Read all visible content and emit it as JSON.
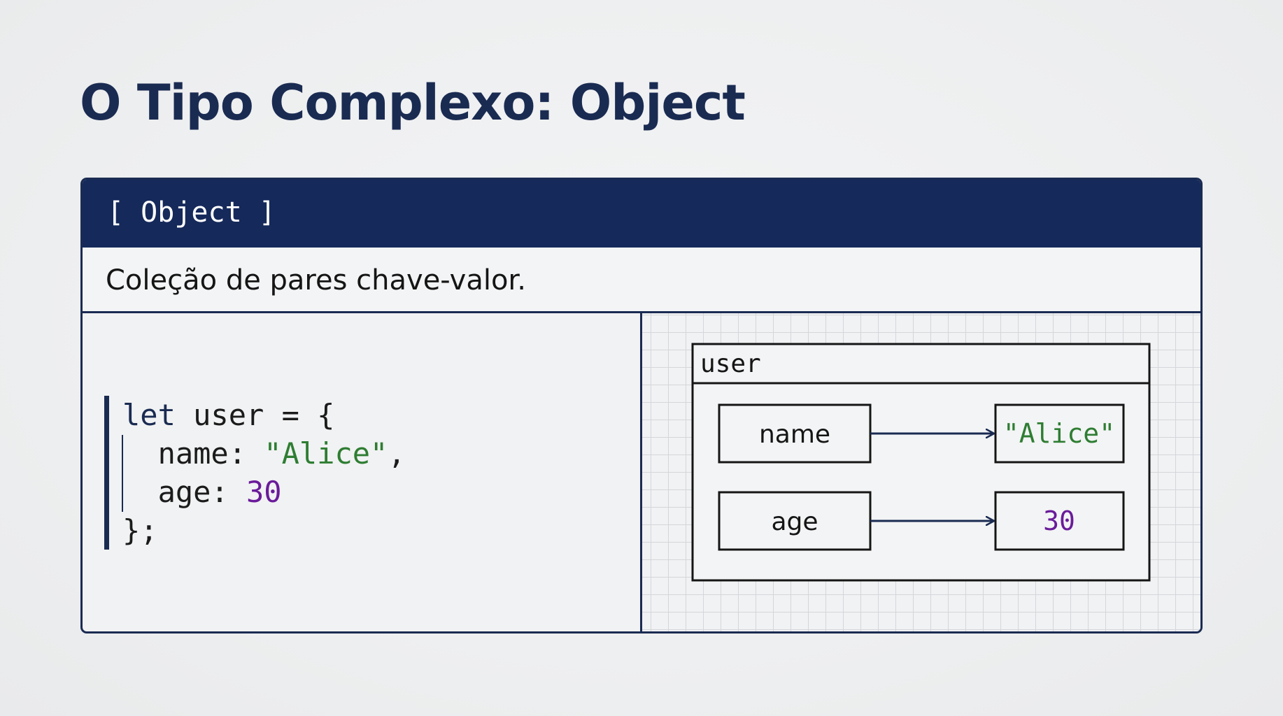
{
  "slide": {
    "title": "O Tipo Complexo: Object"
  },
  "card": {
    "header_label": "[ Object ]",
    "description": "Coleção de pares chave-valor."
  },
  "code": {
    "lines": [
      [
        {
          "t": "let",
          "k": "kw"
        },
        {
          "t": " user = {",
          "k": "plain"
        }
      ],
      [
        {
          "t": "  name: ",
          "k": "plain"
        },
        {
          "t": "\"Alice\"",
          "k": "str"
        },
        {
          "t": ",",
          "k": "plain"
        }
      ],
      [
        {
          "t": "  age: ",
          "k": "plain"
        },
        {
          "t": "30",
          "k": "num"
        }
      ],
      [
        {
          "t": "};",
          "k": "plain"
        }
      ]
    ]
  },
  "diagram": {
    "object_label": "user",
    "entries": [
      {
        "key": "name",
        "value": "\"Alice\"",
        "value_kind": "string"
      },
      {
        "key": "age",
        "value": "30",
        "value_kind": "number"
      }
    ]
  },
  "colors": {
    "navy": "#1a2b52",
    "string_green": "#2e7d32",
    "number_purple": "#6a1b9a",
    "text_dark": "#151515"
  }
}
